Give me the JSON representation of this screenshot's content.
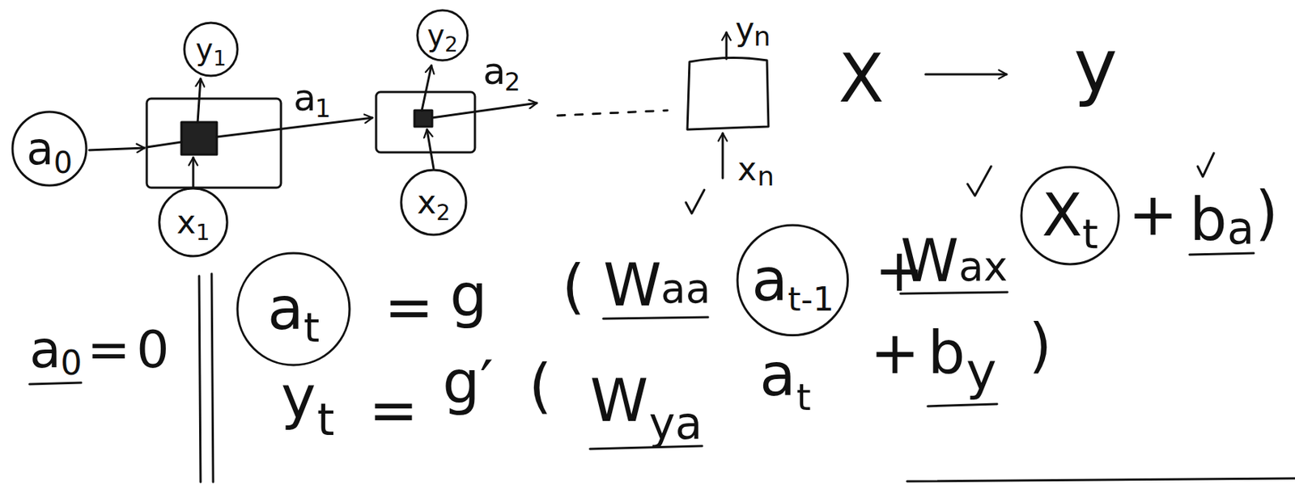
{
  "diagram": {
    "nodes": [
      {
        "text": [
          "a",
          "0"
        ]
      },
      {
        "text": [
          "y",
          "1"
        ]
      },
      {
        "text": [
          "x",
          "1"
        ]
      },
      {
        "text": [
          "y",
          "2"
        ]
      },
      {
        "text": [
          "x",
          "2"
        ]
      },
      {
        "text": [
          "a",
          "t"
        ]
      },
      {
        "text": [
          "a",
          "t-1"
        ]
      },
      {
        "text": [
          "X",
          "t"
        ]
      }
    ],
    "labels": [
      "a",
      "1",
      "a",
      "2",
      "y",
      "n",
      "x",
      "n",
      "X",
      "y",
      "=",
      "g",
      "(",
      "W",
      "aa",
      "+",
      "W",
      "ax",
      "+",
      "b",
      "a",
      ")",
      "y",
      "t",
      "=",
      "g′",
      "(",
      "W",
      "ya",
      "a",
      "t",
      "+",
      "b",
      "y",
      ")",
      "a",
      "0",
      "=",
      "0"
    ]
  }
}
